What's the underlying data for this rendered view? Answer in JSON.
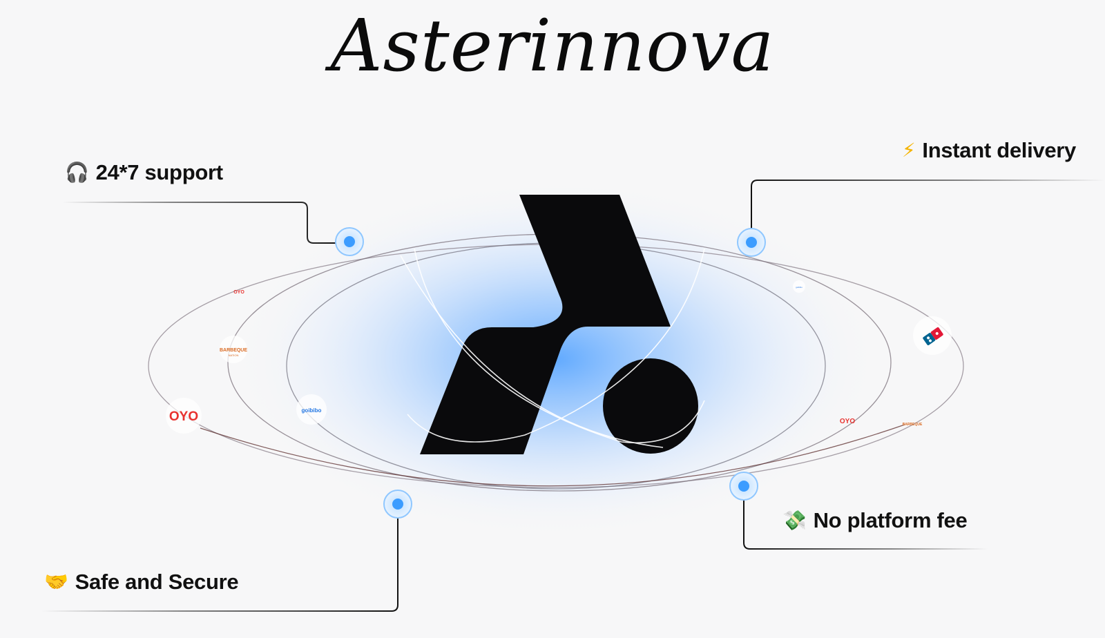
{
  "brand": {
    "title": "Asterinnova"
  },
  "features": [
    {
      "id": "support",
      "icon": "headphones-icon",
      "emoji": "🎧",
      "label": "24*7 support"
    },
    {
      "id": "delivery",
      "icon": "lightning-icon",
      "emoji": "⚡",
      "label": "Instant delivery"
    },
    {
      "id": "fee",
      "icon": "money-icon",
      "emoji": "💸",
      "label": "No platform fee"
    },
    {
      "id": "secure",
      "icon": "handshake-icon",
      "emoji": "🤝",
      "label": "Safe and Secure"
    }
  ],
  "partners": {
    "oyo": "OYO",
    "goibibo": "goibibo",
    "barbeque": "BARBEQUE",
    "barbeque_sub": "NATION"
  },
  "colors": {
    "accent_glow": "#5aa6ff",
    "logo": "#0a0a0c",
    "oyo_red": "#e8322f",
    "barbeque_orange": "#d96a22",
    "dominos_red": "#e31837",
    "dominos_blue": "#006491"
  }
}
